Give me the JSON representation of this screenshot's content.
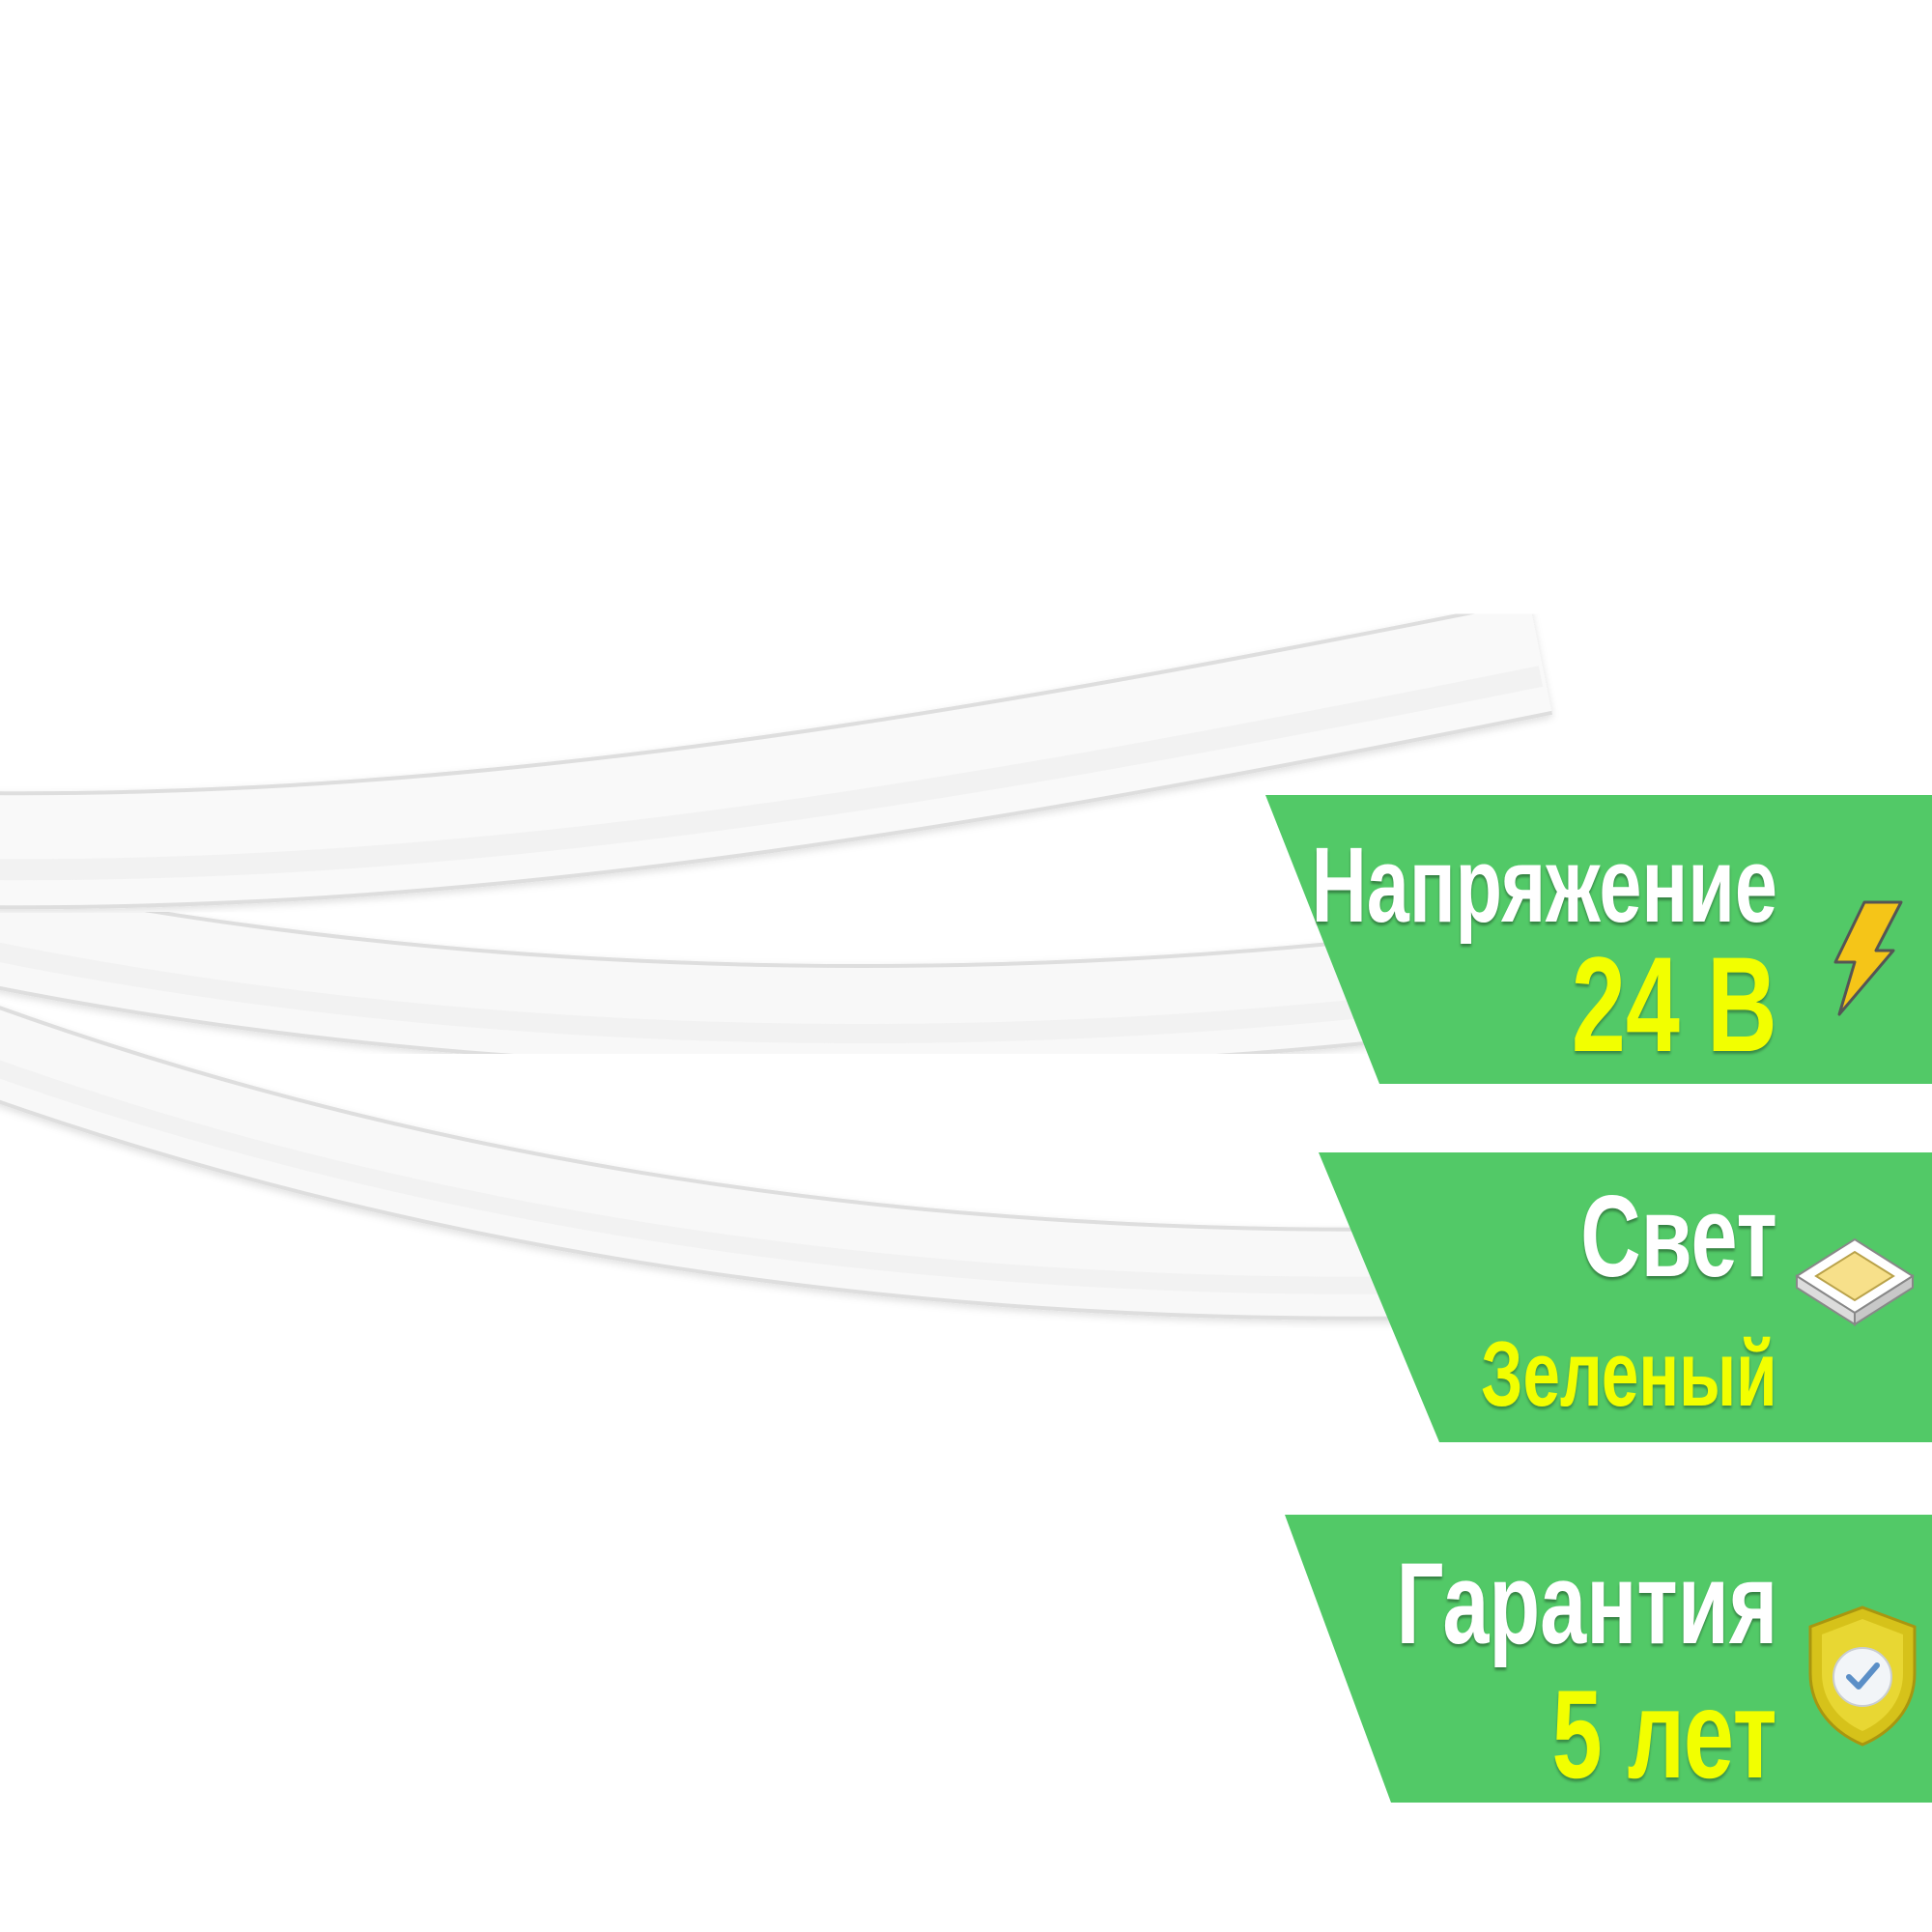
{
  "colors": {
    "badge_green": "#52c967",
    "value_yellow": "#f2ff00",
    "label_white": "#ffffff",
    "tube_white": "#f7f7f7"
  },
  "badges": [
    {
      "label": "Напряжение",
      "value": "24 В",
      "icon": "lightning-icon"
    },
    {
      "label": "Свет",
      "value": "Зеленый",
      "icon": "smd-led-chip-icon"
    },
    {
      "label": "Гарантия",
      "value": "5 лет",
      "icon": "shield-check-icon"
    }
  ]
}
